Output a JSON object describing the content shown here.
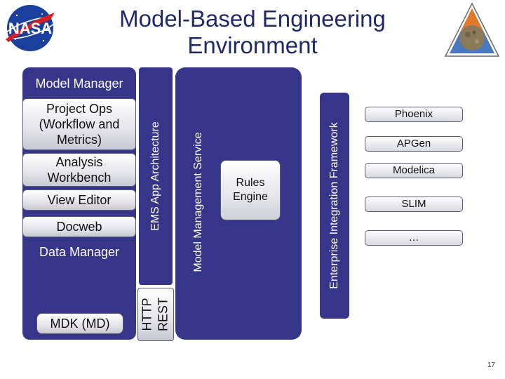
{
  "title": "Model-Based Engineering Environment",
  "model_manager": {
    "label": "Model Manager",
    "items": [
      "Project Ops (Workflow and Metrics)",
      "Analysis Workbench",
      "View Editor",
      "Docweb"
    ],
    "data_manager_label": "Data Manager",
    "mdk_label": "MDK (MD)"
  },
  "ems_architecture_label": "EMS App Architecture",
  "http_label": "HTTP",
  "rest_label": "REST",
  "model_management_service_label": "Model Management Service",
  "rules_engine_label": "Rules Engine",
  "enterprise_framework_label": "Enterprise Integration Framework",
  "tools": [
    "Phoenix",
    "APGen",
    "Modelica",
    "SLIM",
    "…"
  ],
  "page_number": "17",
  "colors": {
    "navy": "#35358a",
    "title": "#1f2a66"
  },
  "icons": [
    "nasa-logo-icon",
    "mission-logo-icon"
  ]
}
